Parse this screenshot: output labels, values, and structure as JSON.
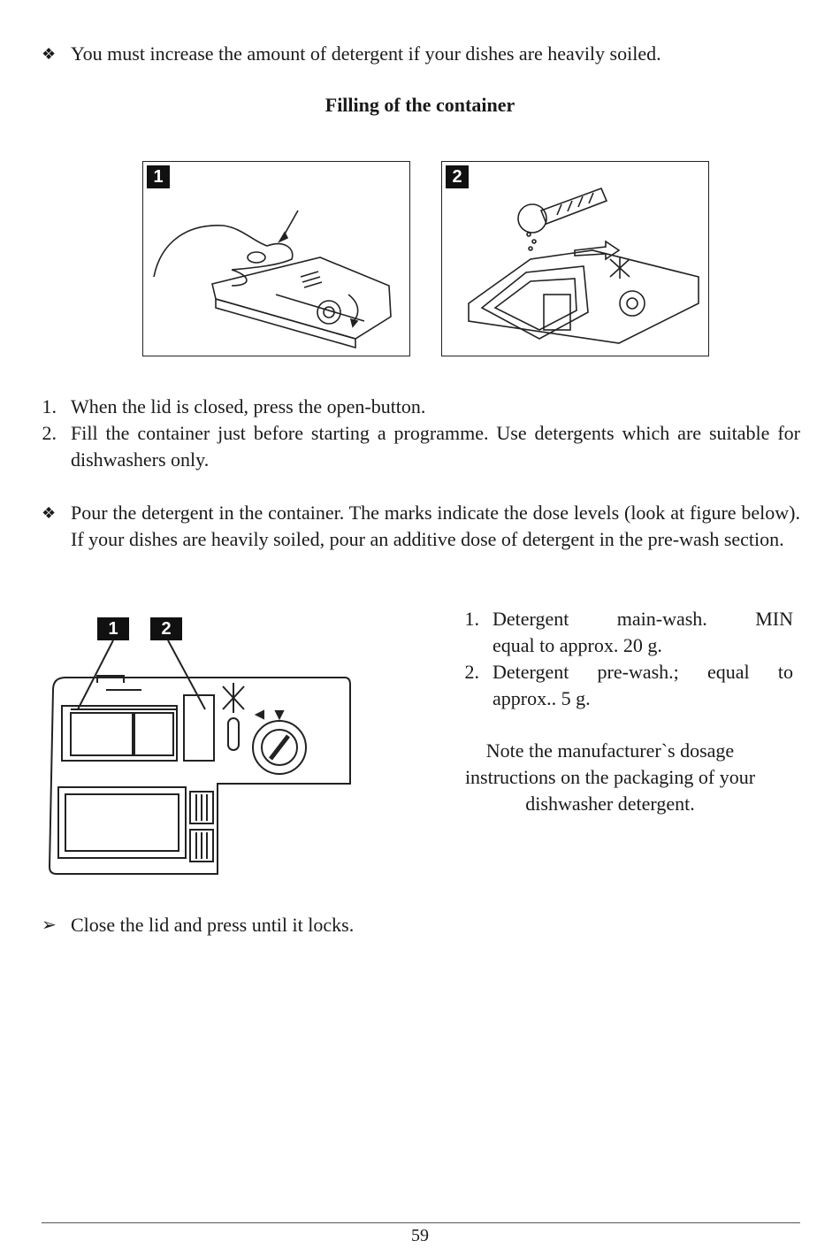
{
  "intro_bullet": "You must increase the amount of detergent if your dishes are heavily soiled.",
  "heading": "Filling of the container",
  "figure1_label": "1",
  "figure2_label": "2",
  "steps": [
    {
      "num": "1.",
      "text": "When the lid is closed, press the open-button."
    },
    {
      "num": "2.",
      "text": "Fill the container just before starting a programme. Use detergents which are suitable for dishwashers only."
    }
  ],
  "pour_bullet": "Pour the detergent in the container. The marks indicate the dose levels (look at figure below). If your dishes are heavily soiled, pour an additive dose of detergent in the pre-wash section.",
  "diagram_labels": [
    "1",
    "2"
  ],
  "dose_items": [
    {
      "num": "1.",
      "line1": "Detergent main-wash. MIN",
      "line2": "equal to approx. 20 g."
    },
    {
      "num": "2.",
      "line1": "Detergent pre-wash.; equal to",
      "line2": "approx.. 5 g."
    }
  ],
  "note": [
    "Note the manufacturer`s dosage",
    "instructions on the packaging of your",
    "dishwasher detergent."
  ],
  "close_bullet": "Close the lid and press until it locks.",
  "page_number": "59",
  "icons": {
    "bullet": "diamond-bullet-icon",
    "arrow": "arrowhead-bullet-icon"
  }
}
